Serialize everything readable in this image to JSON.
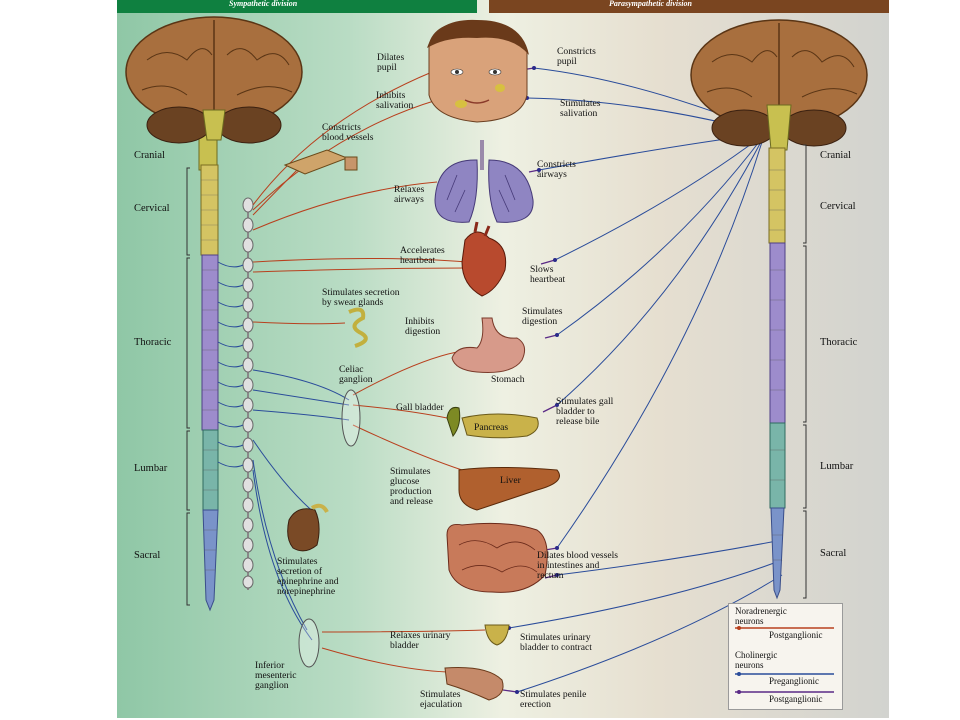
{
  "headers": {
    "left": "Sympathetic division",
    "right": "Parasympathetic division"
  },
  "regions": {
    "cranial": "Cranial",
    "cervical": "Cervical",
    "thoracic": "Thoracic",
    "lumbar": "Lumbar",
    "sacral": "Sacral"
  },
  "sympathetic_labels": {
    "dilates_pupil": "Dilates\npupil",
    "inhibits_salivation": "Inhibits\nsalivation",
    "constricts_vessels": "Constricts\nblood vessels",
    "relaxes_airways": "Relaxes\nairways",
    "accelerates_heartbeat": "Accelerates\nheartbeat",
    "sweat_glands": "Stimulates secretion\nby sweat glands",
    "inhibits_digestion": "Inhibits\ndigestion",
    "celiac_ganglion": "Celiac\nganglion",
    "glucose": "Stimulates\nglucose\nproduction\nand release",
    "epinephrine": "Stimulates\nsecretion of\nepinephrine and\nnorepinephrine",
    "relaxes_bladder": "Relaxes urinary\nbladder",
    "inferior_ganglion": "Inferior\nmesenteric\nganglion",
    "ejaculation": "Stimulates\nejaculation"
  },
  "parasympathetic_labels": {
    "constricts_pupil": "Constricts\npupil",
    "stimulates_salivation": "Stimulates\nsalivation",
    "constricts_airways": "Constricts\nairways",
    "slows_heartbeat": "Slows\nheartbeat",
    "stimulates_digestion": "Stimulates\ndigestion",
    "gall_bladder_bile": "Stimulates gall\nbladder to\nrelease bile",
    "dilates_vessels": "Dilates blood vessels\nin intestines and\nrectum",
    "contract_bladder": "Stimulates urinary\nbladder to contract",
    "penile_erection": "Stimulates penile\nerection"
  },
  "organs": {
    "stomach": "Stomach",
    "gall_bladder": "Gall bladder",
    "pancreas": "Pancreas",
    "liver": "Liver"
  },
  "legend": {
    "noradrenergic": "Noradrenergic\nneurons",
    "postganglionic_1": "Postganglionic",
    "cholinergic": "Cholinergic\nneurons",
    "preganglionic": "Preganglionic",
    "postganglionic_2": "Postganglionic"
  },
  "colors": {
    "sympathetic_header": "#0f8040",
    "parasympathetic_header": "#7a4520",
    "noradrenergic": "#b8401e",
    "preganglionic": "#2a4c9a",
    "postganglionic_cholinergic": "#5a2a86"
  }
}
